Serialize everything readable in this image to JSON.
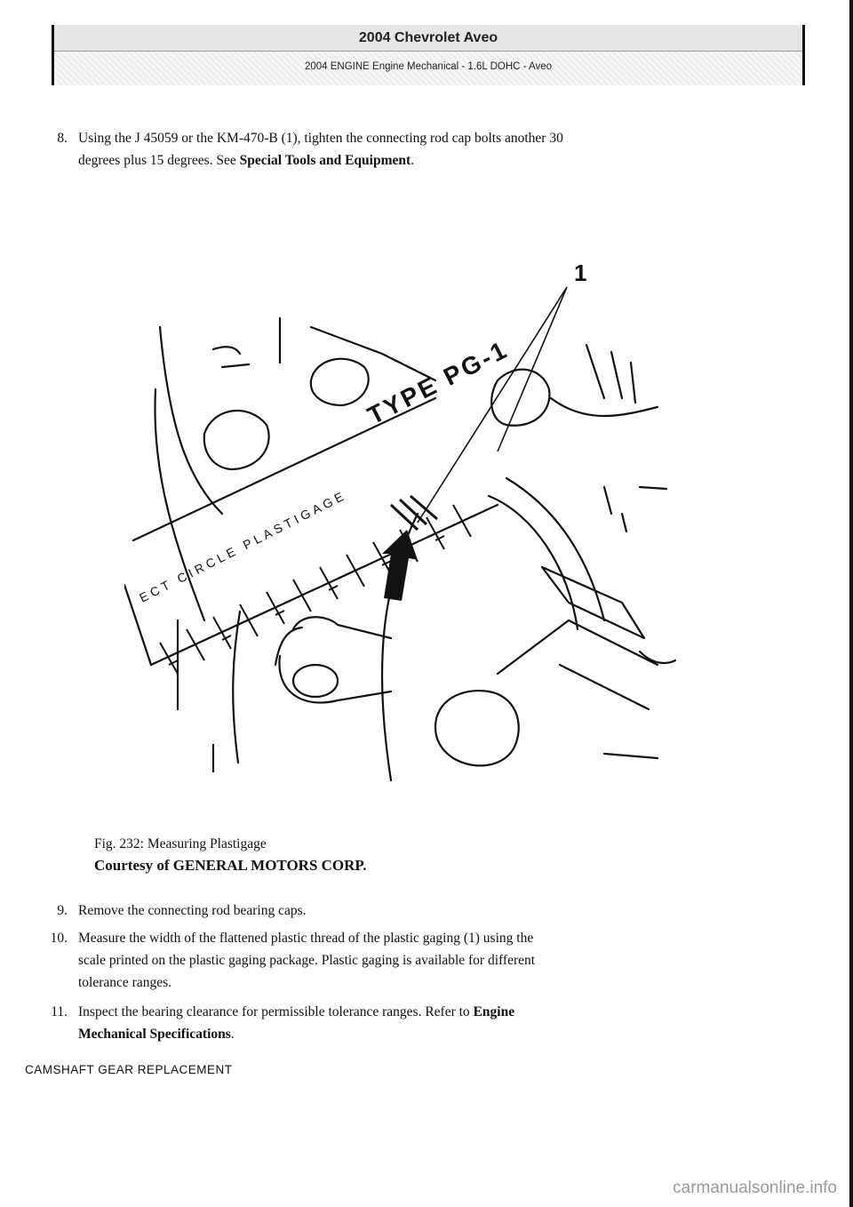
{
  "header": {
    "title": "2004 Chevrolet Aveo",
    "subtitle": "2004 ENGINE Engine Mechanical - 1.6L DOHC - Aveo"
  },
  "steps": [
    {
      "num": "8.",
      "lines": [
        "Using the J 45059 or the KM-470-B (1), tighten the connecting rod cap bolts another 30",
        "degrees plus 15 degrees. See "
      ],
      "link": "Special Tools and Equipment",
      "suffix": "."
    },
    {
      "num": "9.",
      "lines": [
        "Remove the connecting rod bearing caps."
      ]
    },
    {
      "num": "10.",
      "lines": [
        "Measure the width of the flattened plastic thread of the plastic gaging (1) using the",
        "scale printed on the plastic gaging package. Plastic gaging is available for different",
        "tolerance ranges."
      ]
    },
    {
      "num": "11.",
      "lines": [
        "Inspect the bearing clearance for permissible tolerance ranges. Refer to "
      ],
      "link": "Engine",
      "link2": "Mechanical Specifications",
      "suffix": "."
    }
  ],
  "figure": {
    "callout": "1",
    "gauge_text": "TYPE PG-1",
    "gauge_brand": "ECT CIRCLE PLASTIGAGE"
  },
  "caption": {
    "line1": "Fig. 232: Measuring Plastigage",
    "line2": "Courtesy of GENERAL MOTORS CORP."
  },
  "section_title": "CAMSHAFT GEAR REPLACEMENT",
  "watermark": "carmanualsonline.info"
}
